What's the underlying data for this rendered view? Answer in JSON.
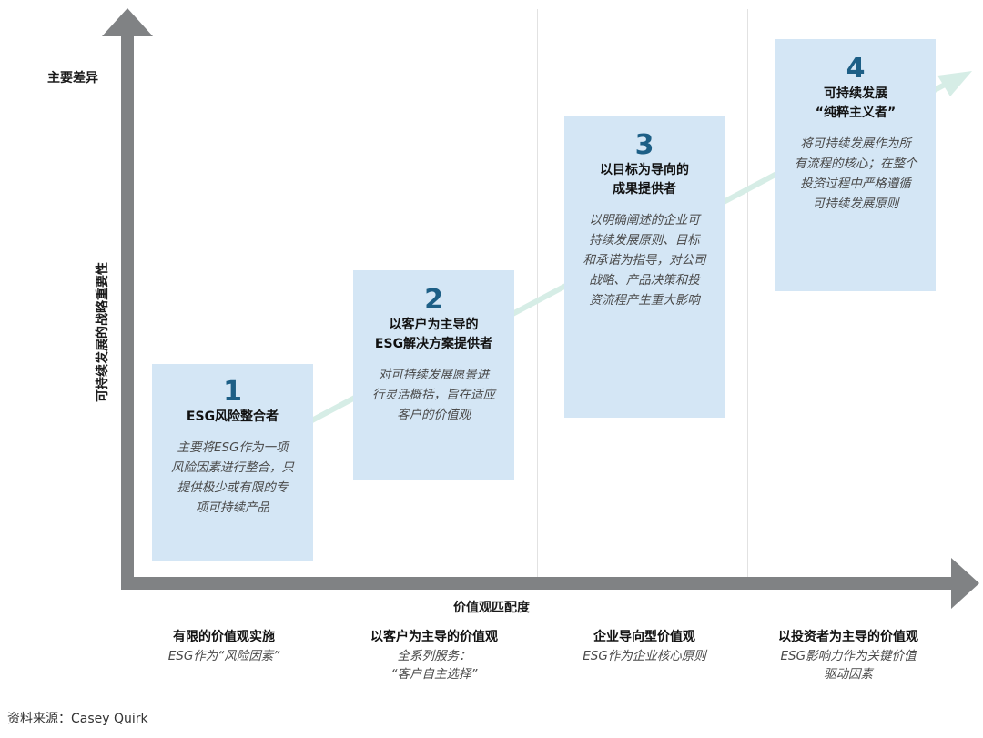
{
  "y_axis": {
    "top_label": "主要差异",
    "title": "可持续发展的战略重要性"
  },
  "x_axis": {
    "title": "价值观匹配度"
  },
  "stages": [
    {
      "number": "1",
      "title_lines": [
        "ESG风险整合者"
      ],
      "desc_lines": [
        "主要将ESG作为一项",
        "风险因素进行整合，只",
        "提供极少或有限的专",
        "项可持续产品"
      ]
    },
    {
      "number": "2",
      "title_lines": [
        "以客户为主导的",
        "ESG解决方案提供者"
      ],
      "desc_lines": [
        "对可持续发展愿景进",
        "行灵活概括，旨在适应",
        "客户的价值观"
      ]
    },
    {
      "number": "3",
      "title_lines": [
        "以目标为导向的",
        "成果提供者"
      ],
      "desc_lines": [
        "以明确阐述的企业可",
        "持续发展原则、目标",
        "和承诺为指导，对公司",
        "战略、产品决策和投",
        "资流程产生重大影响"
      ]
    },
    {
      "number": "4",
      "title_lines": [
        "可持续发展",
        "“纯粹主义者”"
      ],
      "desc_lines": [
        "将可持续发展作为所",
        "有流程的核心；在整个",
        "投资过程中严格遵循",
        "可持续发展原则"
      ]
    }
  ],
  "columns": [
    {
      "title": "有限的价值观实施",
      "sub_lines": [
        "ESG作为“风险因素”"
      ]
    },
    {
      "title": "以客户为主导的价值观",
      "sub_lines": [
        "全系列服务：",
        "“客户自主选择”"
      ]
    },
    {
      "title": "企业导向型价值观",
      "sub_lines": [
        "ESG作为企业核心原则"
      ]
    },
    {
      "title": "以投资者为主导的价值观",
      "sub_lines": [
        "ESG影响力作为关键价值",
        "驱动因素"
      ]
    }
  ],
  "source": "资料来源：Casey Quirk",
  "colors": {
    "axis": "#808284",
    "box": "#d4e6f5",
    "number": "#1d5f86",
    "trend": "#d6ede6"
  }
}
